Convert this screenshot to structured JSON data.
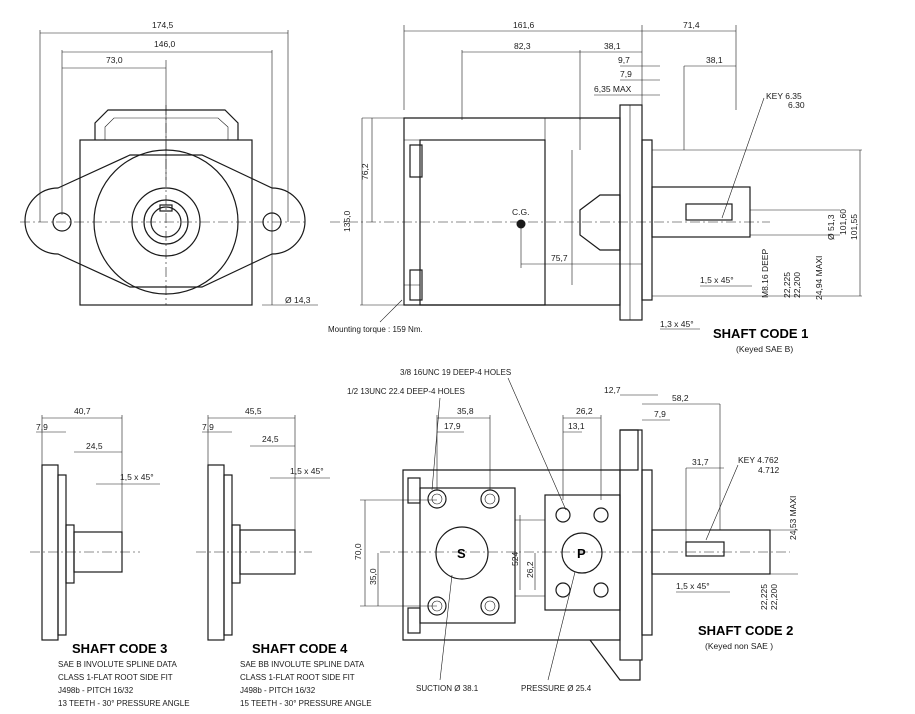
{
  "dimensions": {
    "front_view": {
      "overall_width": "174,5",
      "bolt_span": "146,0",
      "half_span": "73,0",
      "hole_dia": "Ø 14,3"
    },
    "side_view": {
      "body_length": "161,6",
      "shaft_length": "71,4",
      "port_offset": "82,3",
      "flange_thk": "38,1",
      "d_9_7": "9,7",
      "d_7_9": "7,9",
      "max_6_35": "6,35 MAX",
      "key_len": "38,1",
      "key": "KEY 6.35",
      "key_b": "6.30",
      "height_total": "135,0",
      "height_half": "76,2",
      "cg": "C.G.",
      "cg_dist": "75,7",
      "chamfer": "1,5 x 45°",
      "chamfer2": "1,3 x 45°",
      "thread": "M8.16 DEEP",
      "shaft_d1": "22,225",
      "shaft_d2": "22,200",
      "shaft_max": "24,94 MAXI",
      "pilot1": "101,60",
      "pilot2": "101,55",
      "d_51_3": "Ø 51,3",
      "torque": "Mounting torque : 159 Nm."
    },
    "shaft3": {
      "d1": "40,7",
      "d2": "7,9",
      "d3": "24,5",
      "chamfer": "1,5 x 45°"
    },
    "shaft4": {
      "d1": "45,5",
      "d2": "7,9",
      "d3": "24,5",
      "chamfer": "1,5 x 45°"
    },
    "port_view": {
      "holes_big": "3/8 16UNC 19 DEEP-4 HOLES",
      "holes_small": "1/2 13UNC 22.4 DEEP-4 HOLES",
      "d_35_8": "35,8",
      "d_17_9": "17,9",
      "d_26_2": "26,2",
      "d_13_1": "13,1",
      "d_70": "70,0",
      "d_35": "35,0",
      "d_524": "524",
      "d_26_2v": "26,2",
      "suction_label": "S",
      "pressure_label": "P",
      "suction": "SUCTION Ø  38.1",
      "pressure": "PRESSURE  Ø  25.4"
    },
    "shaft2": {
      "d_12_7": "12,7",
      "d_58_2": "58,2",
      "d_7_9": "7,9",
      "d_31_7": "31,7",
      "key": "KEY 4.762",
      "key_b": "4.712",
      "max": "24,53  MAXI",
      "chamfer": "1,5  x 45°",
      "d1": "22,225",
      "d2": "22,200"
    }
  },
  "shaft_codes": {
    "code1": {
      "title": "SHAFT CODE 1",
      "sub": "(Keyed SAE B)"
    },
    "code2": {
      "title": "SHAFT CODE 2",
      "sub": "(Keyed non SAE )"
    },
    "code3": {
      "title": "SHAFT CODE 3",
      "lines": [
        "SAE B INVOLUTE SPLINE DATA",
        "CLASS 1-FLAT ROOT SIDE FIT",
        "J498b - PITCH 16/32",
        "13 TEETH - 30° PRESSURE ANGLE"
      ]
    },
    "code4": {
      "title": "SHAFT CODE 4",
      "lines": [
        "SAE BB INVOLUTE SPLINE DATA",
        "CLASS 1-FLAT ROOT SIDE FIT",
        "J498b - PITCH 16/32",
        "15 TEETH - 30° PRESSURE ANGLE"
      ]
    }
  }
}
